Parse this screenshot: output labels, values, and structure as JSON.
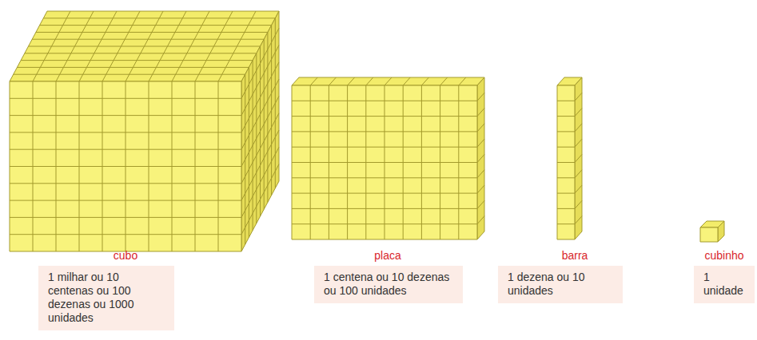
{
  "diagram": {
    "nodes": [
      {
        "text": [
          "cubo",
          "1 milhar ou 10 centenas ou 100 dezenas ou 1000 unidades"
        ]
      },
      {
        "text": [
          "placa",
          "1 centena ou 10 dezenas ou 100 unidades"
        ]
      },
      {
        "text": [
          "barra",
          "1 dezena ou 10 unidades"
        ]
      },
      {
        "text": [
          "cubinho",
          "1 unidade"
        ]
      }
    ]
  }
}
